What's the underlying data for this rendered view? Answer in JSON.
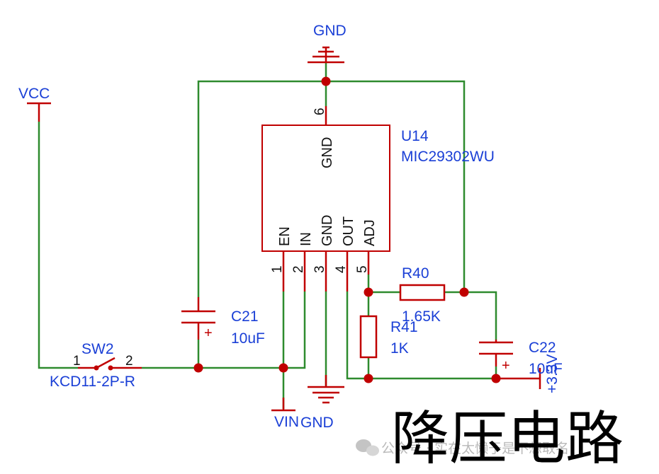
{
  "nets": {
    "gnd_top": "GND",
    "gnd_bottom": "GND",
    "vcc": "VCC",
    "vin": "VIN",
    "v33": "+3.3V"
  },
  "u14": {
    "ref": "U14",
    "part": "MIC29302WU",
    "pins": [
      {
        "num": "1",
        "name": "EN"
      },
      {
        "num": "2",
        "name": "IN"
      },
      {
        "num": "3",
        "name": "GND"
      },
      {
        "num": "4",
        "name": "OUT"
      },
      {
        "num": "5",
        "name": "ADJ"
      },
      {
        "num": "6",
        "name": "GND"
      }
    ]
  },
  "c21": {
    "ref": "C21",
    "value": "10uF"
  },
  "c22": {
    "ref": "C22",
    "value": "10uF"
  },
  "r40": {
    "ref": "R40",
    "value": "1.65K"
  },
  "r41": {
    "ref": "R41",
    "value": "1K"
  },
  "sw2": {
    "ref": "SW2",
    "part": "KCD11-2P-R",
    "pin1": "1",
    "pin2": "2"
  },
  "polarity": "+",
  "caption": "降压电路",
  "watermark": "公众号 · 实在太懒于是不想取名"
}
